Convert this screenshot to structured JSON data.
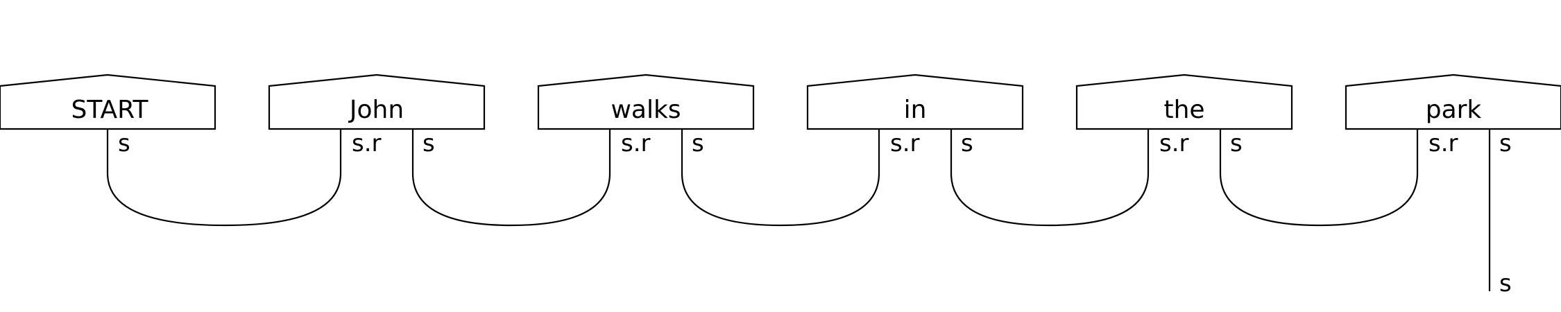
{
  "diagram": {
    "words": [
      {
        "label": "START",
        "outputs": [
          "s"
        ]
      },
      {
        "label": "John",
        "outputs": [
          "s.r",
          "s"
        ]
      },
      {
        "label": "walks",
        "outputs": [
          "s.r",
          "s"
        ]
      },
      {
        "label": "in",
        "outputs": [
          "s.r",
          "s"
        ]
      },
      {
        "label": "the",
        "outputs": [
          "s.r",
          "s"
        ]
      },
      {
        "label": "park",
        "outputs": [
          "s.r",
          "s"
        ]
      }
    ],
    "open_output_label": "s"
  }
}
